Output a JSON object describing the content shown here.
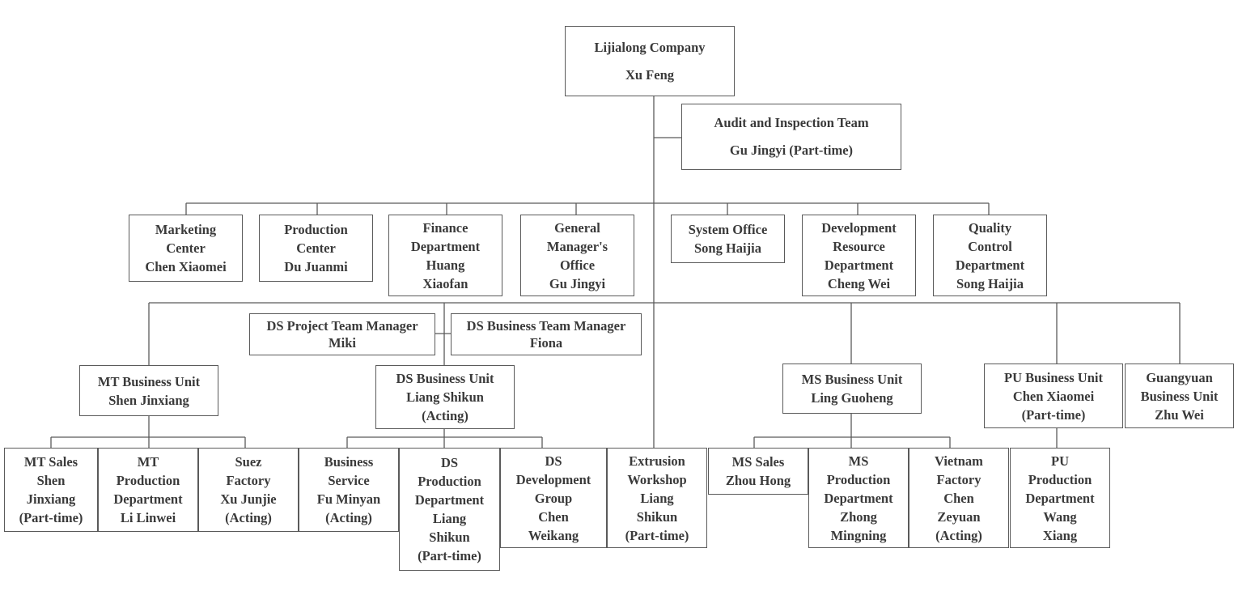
{
  "org_chart": {
    "root": {
      "lines": [
        "Lijialong Company",
        "Xu Feng"
      ]
    },
    "audit": {
      "lines": [
        "Audit and Inspection Team",
        "Gu Jingyi (Part-time)"
      ]
    },
    "departments": {
      "marketing": {
        "lines": [
          "Marketing",
          "Center",
          "Chen Xiaomei"
        ]
      },
      "production": {
        "lines": [
          "Production",
          "Center",
          "Du Juanmi"
        ]
      },
      "finance": {
        "lines": [
          "Finance",
          "Department",
          "Huang",
          "Xiaofan"
        ]
      },
      "gm_office": {
        "lines": [
          "General",
          "Manager's",
          "Office",
          "Gu Jingyi"
        ]
      },
      "system_office": {
        "lines": [
          "System Office",
          "Song Haijia"
        ]
      },
      "dev_resource": {
        "lines": [
          "Development",
          "Resource",
          "Department",
          "Cheng Wei"
        ]
      },
      "quality": {
        "lines": [
          "Quality",
          "Control",
          "Department",
          "Song Haijia"
        ]
      }
    },
    "ds_managers": {
      "project": {
        "lines": [
          "DS Project Team Manager",
          "Miki"
        ]
      },
      "business": {
        "lines": [
          "DS Business Team Manager",
          "Fiona"
        ]
      }
    },
    "business_units": {
      "mt": {
        "lines": [
          "MT Business Unit",
          "Shen Jinxiang"
        ]
      },
      "ds": {
        "lines": [
          "DS Business Unit",
          "Liang Shikun",
          "(Acting)"
        ]
      },
      "ms": {
        "lines": [
          "MS Business Unit",
          "Ling Guoheng"
        ]
      },
      "pu": {
        "lines": [
          "PU Business Unit",
          "Chen Xiaomei",
          "(Part-time)"
        ]
      },
      "guangyuan": {
        "lines": [
          "Guangyuan",
          "Business Unit",
          "Zhu Wei"
        ]
      }
    },
    "units": {
      "mt_sales": {
        "lines": [
          "MT Sales",
          "Shen",
          "Jinxiang",
          "(Part-time)"
        ]
      },
      "mt_production": {
        "lines": [
          "MT",
          "Production",
          "Department",
          "Li Linwei"
        ]
      },
      "suez": {
        "lines": [
          "Suez",
          "Factory",
          "Xu Junjie",
          "(Acting)"
        ]
      },
      "business_service": {
        "lines": [
          "Business",
          "Service",
          "Fu Minyan",
          "(Acting)"
        ]
      },
      "ds_production": {
        "lines": [
          "DS",
          "Production",
          "Department",
          "Liang",
          "Shikun",
          "(Part-time)"
        ]
      },
      "ds_development": {
        "lines": [
          "DS",
          "Development",
          "Group",
          "Chen",
          "Weikang"
        ]
      },
      "extrusion": {
        "lines": [
          "Extrusion",
          "Workshop",
          "Liang",
          "Shikun",
          "(Part-time)"
        ]
      },
      "ms_sales": {
        "lines": [
          "MS Sales",
          "Zhou Hong"
        ]
      },
      "ms_production": {
        "lines": [
          "MS",
          "Production",
          "Department",
          "Zhong",
          "Mingning"
        ]
      },
      "vietnam": {
        "lines": [
          "Vietnam",
          "Factory",
          "Chen",
          "Zeyuan",
          "(Acting)"
        ]
      },
      "pu_production": {
        "lines": [
          "PU",
          "Production",
          "Department",
          "Wang",
          "Xiang"
        ]
      }
    }
  },
  "colors": {
    "line": "#5a5a5a",
    "text": "#3a3a3a",
    "box_border": "#5a5a5a",
    "background": "#ffffff"
  }
}
